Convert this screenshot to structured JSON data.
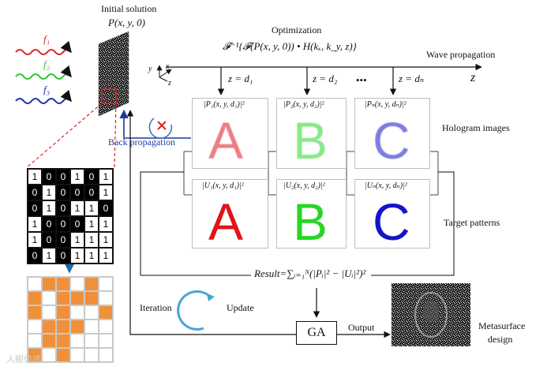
{
  "labels": {
    "initial_solution": "Initial solution",
    "initial_eq": "P(x, y, 0)",
    "optimization": "Optimization",
    "fourier_expr": "𝓕⁻¹{𝓕(P(x, y, 0)) • H(kₓ, k_y, z)}",
    "wave_propagation": "Wave propagation",
    "z_axis": "z",
    "back_propagation": "Back propagation",
    "hologram_images": "Hologram images",
    "target_patterns": "Target patterns",
    "result_formula": "Result=∑ᵢ₌₁ᴺ(|Pᵢ|² − |Uᵢ|²)²",
    "iteration": "Iteration",
    "update": "Update",
    "ga": "GA",
    "output": "Output",
    "metasurface_line1": "Metasurface",
    "metasurface_line2": "design",
    "ellipsis": "•••",
    "watermark": "人眼传感"
  },
  "frequencies": [
    {
      "label": "f₁",
      "color": "#d7262a"
    },
    {
      "label": "f₂",
      "color": "#2ec42e"
    },
    {
      "label": "f₃",
      "color": "#1d2fb0"
    }
  ],
  "coords": {
    "x": "x",
    "y": "y",
    "z": "z"
  },
  "planes": [
    {
      "dist": "z = d₁",
      "holo_label": "|P₁(x, y, d₁)|²",
      "target_label": "|U₁(x, y, d₁)|²",
      "letter": "A",
      "color": "#e0141b"
    },
    {
      "dist": "z = d₂",
      "holo_label": "|P₂(x, y, d₂)|²",
      "target_label": "|U₂(x, y, d₂)|²",
      "letter": "B",
      "color": "#27d627"
    },
    {
      "dist": "z = dₙ",
      "holo_label": "|Pₙ(x, y, dₙ)|²",
      "target_label": "|Uₙ(x, y, dₙ)|²",
      "letter": "C",
      "color": "#1414c8"
    }
  ],
  "binary_matrix": [
    [
      1,
      0,
      0,
      1,
      0,
      1
    ],
    [
      0,
      1,
      0,
      0,
      0,
      1
    ],
    [
      0,
      1,
      0,
      1,
      1,
      0
    ],
    [
      1,
      0,
      0,
      0,
      1,
      1
    ],
    [
      1,
      0,
      0,
      1,
      1,
      1
    ],
    [
      0,
      1,
      0,
      1,
      1,
      1
    ]
  ],
  "colors": {
    "orange": "#f0903a",
    "arrow_blue": "#1d6aa5",
    "back_prop_blue": "#1d3b9c",
    "error_red": "#e02020",
    "cycle_blue": "#4aa3d8"
  }
}
